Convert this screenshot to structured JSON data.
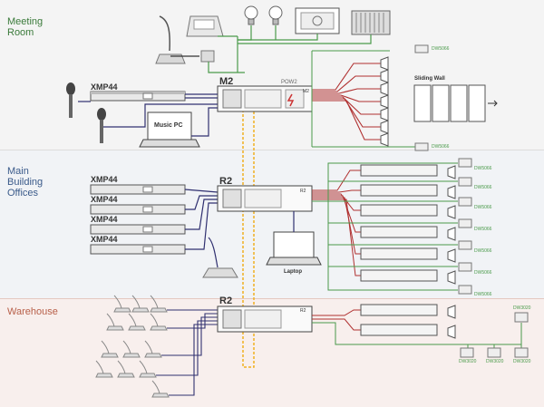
{
  "zones": {
    "meeting": {
      "line1": "Meeting",
      "line2": "Room"
    },
    "offices": {
      "line1": "Main",
      "line2": "Building",
      "line3": "Offices"
    },
    "warehouse": {
      "line1": "Warehouse"
    }
  },
  "devices": {
    "m2": "M2",
    "r2_main": "R2",
    "r2_warehouse": "R2",
    "pow2": "POW2",
    "m2_small": "M2",
    "r2_small_a": "R2",
    "r2_small_b": "R2",
    "xmp_meeting": "XMP44",
    "xmp_office_1": "XMP44",
    "xmp_office_2": "XMP44",
    "xmp_office_3": "XMP44",
    "xmp_office_4": "XMP44"
  },
  "labels": {
    "music_pc": "Music PC",
    "laptop": "Laptop",
    "sliding_wall": "Sliding Wall",
    "dw5066": "DW5066",
    "dw3020": "DW3020"
  },
  "colors": {
    "meeting_bg": "#f4f4f4",
    "offices_bg": "#f1f3f6",
    "warehouse_bg": "#f8efed",
    "meeting_text": "#3a7a3a",
    "offices_text": "#3a5a8a",
    "warehouse_text": "#b8604a",
    "link_orange": "#f0b020",
    "cable_red": "#b03030",
    "cable_green": "#4a9a4a",
    "cable_blue": "#303070"
  }
}
